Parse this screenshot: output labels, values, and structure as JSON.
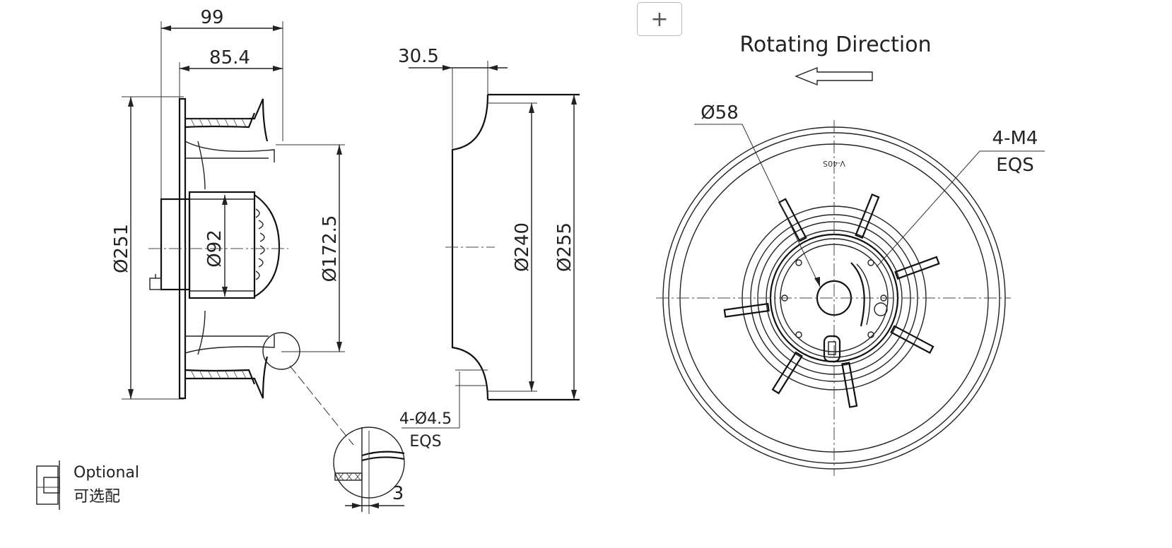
{
  "toolbar": {
    "zoom_label": "+"
  },
  "side_view": {
    "dim_width_total": "99",
    "dim_width_inner": "85.4",
    "dim_outer_diameter": "Ø251",
    "dim_motor_diameter": "Ø92",
    "dim_inlet_diameter": "Ø172.5"
  },
  "nozzle_view": {
    "dim_depth": "30.5",
    "dim_inner_diameter": "Ø240",
    "dim_outer_diameter": "Ø255",
    "holes_label": "4-Ø4.5",
    "holes_eqs": "EQS"
  },
  "detail_view": {
    "dim_thickness": "3"
  },
  "front_view": {
    "title": "Rotating Direction",
    "dim_hub_diameter": "Ø58",
    "screws_label": "4-M4",
    "screws_eqs": "EQS",
    "small_mark": "V-40S"
  },
  "legend": {
    "optional_en": "Optional",
    "optional_cn": "可选配"
  }
}
